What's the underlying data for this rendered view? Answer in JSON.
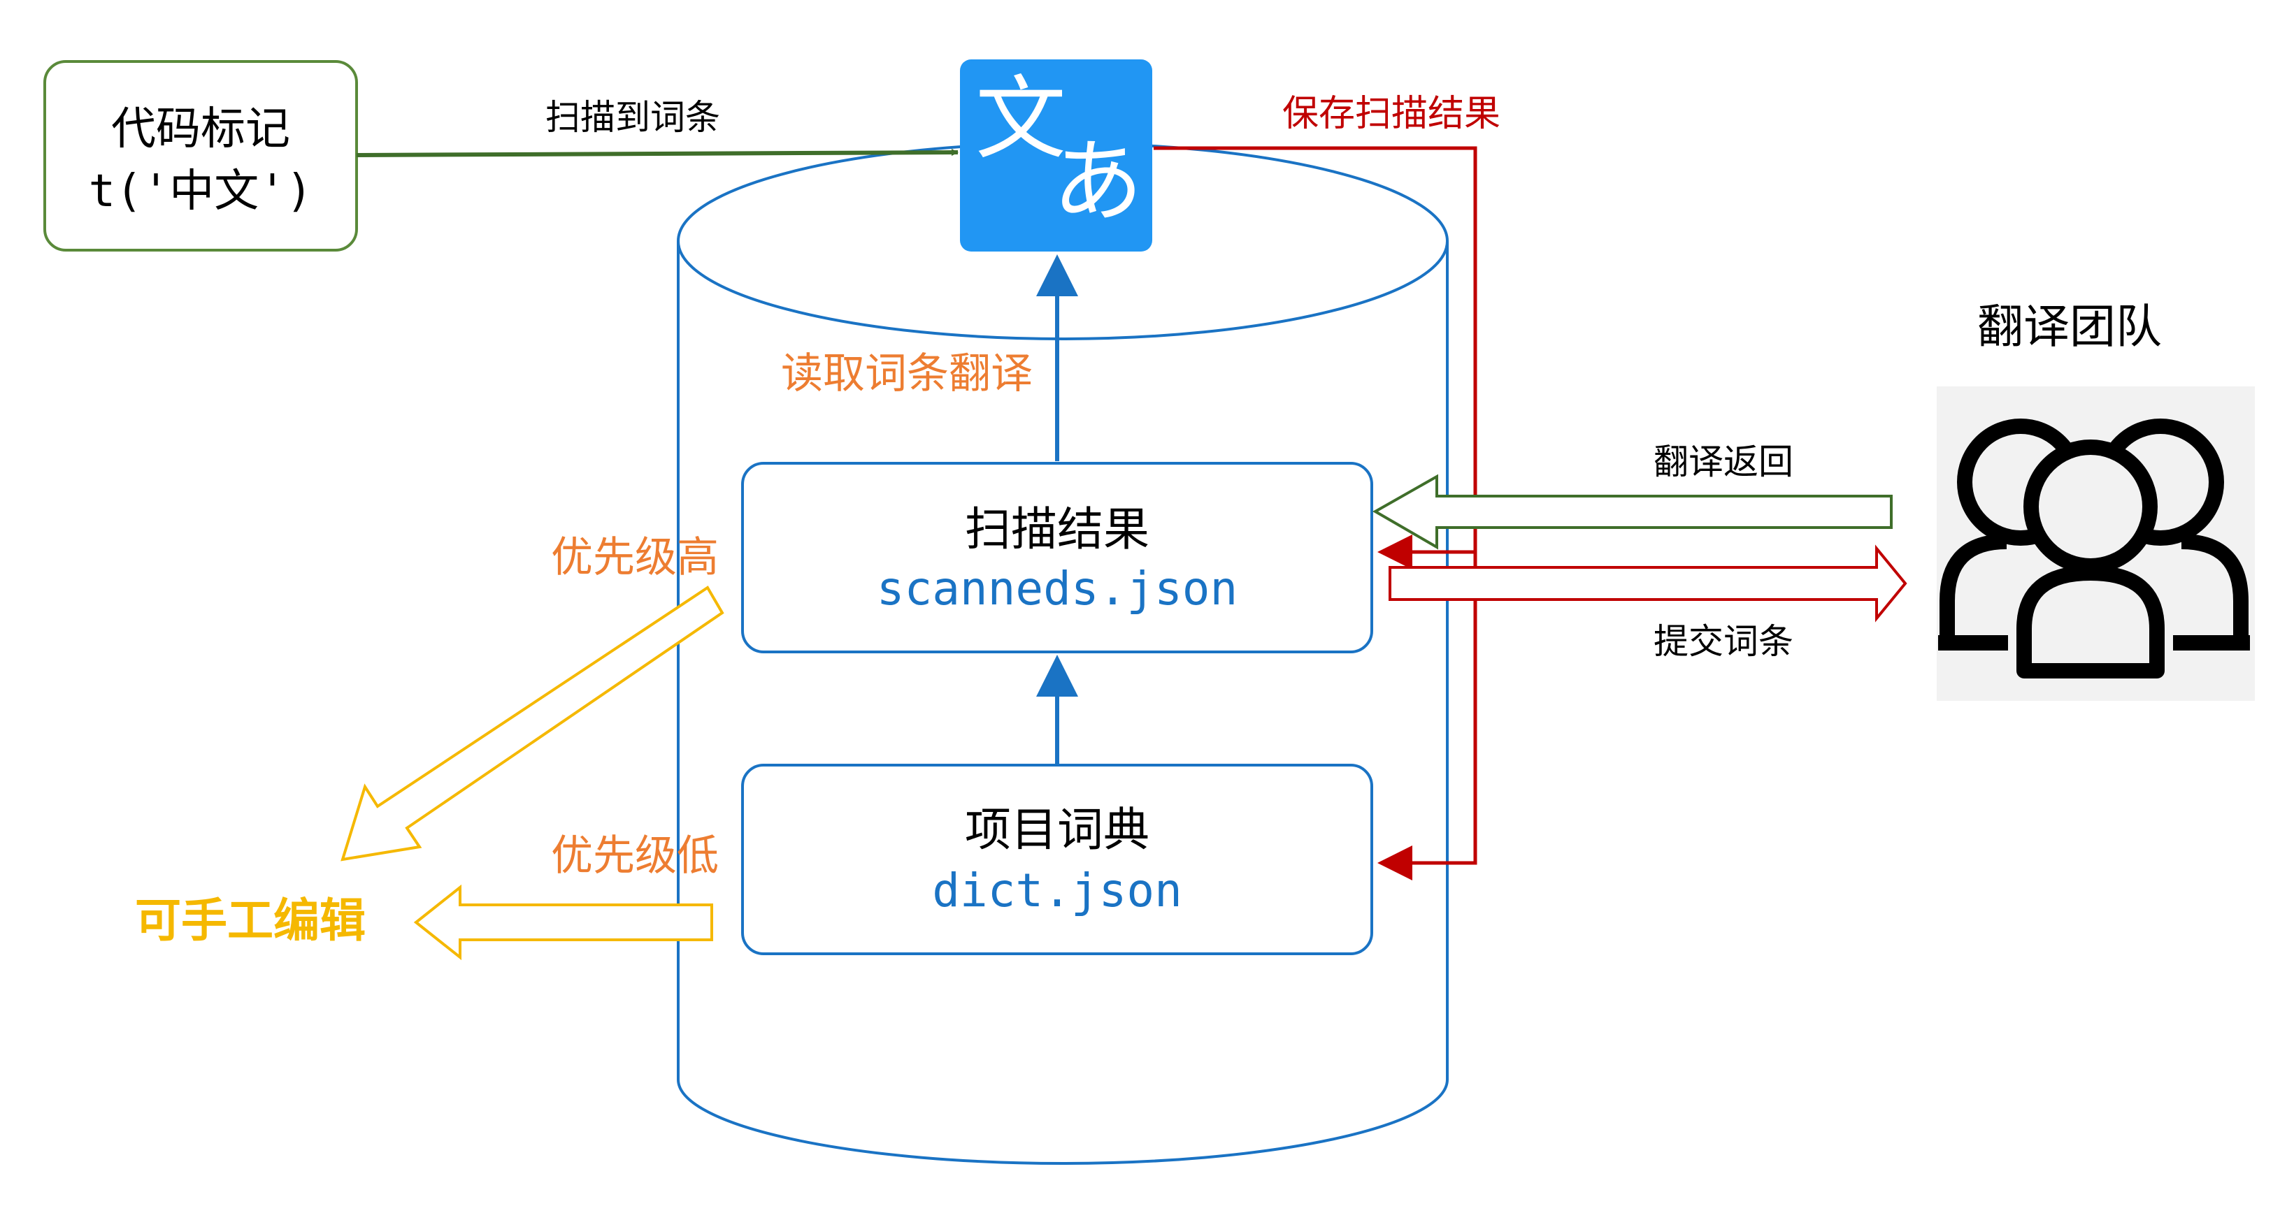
{
  "source_box": {
    "line1": "代码标记",
    "line2": "t('中文')"
  },
  "translator_icon": {
    "glyph_left": "文",
    "glyph_right": "あ"
  },
  "labels": {
    "scan_entries": "扫描到词条",
    "save_scan_results": "保存扫描结果",
    "read_entries_translate": "读取词条翻译",
    "priority_high": "优先级高",
    "priority_low": "优先级低",
    "manual_edit": "可手工编辑",
    "translation_return": "翻译返回",
    "submit_entries": "提交词条"
  },
  "scanned_box": {
    "title": "扫描结果",
    "file": "scanneds.json"
  },
  "dict_box": {
    "title": "项目词典",
    "file": "dict.json"
  },
  "team": {
    "title": "翻译团队",
    "icon": "people-group-icon"
  },
  "colors": {
    "green": "#3f6e2a",
    "green_border": "#5a8a3a",
    "blue": "#1a73c4",
    "icon_blue": "#2196f3",
    "red": "#c00000",
    "orange": "#ed7d31",
    "yellow": "#f5b800",
    "team_bg": "#f2f2f2"
  }
}
